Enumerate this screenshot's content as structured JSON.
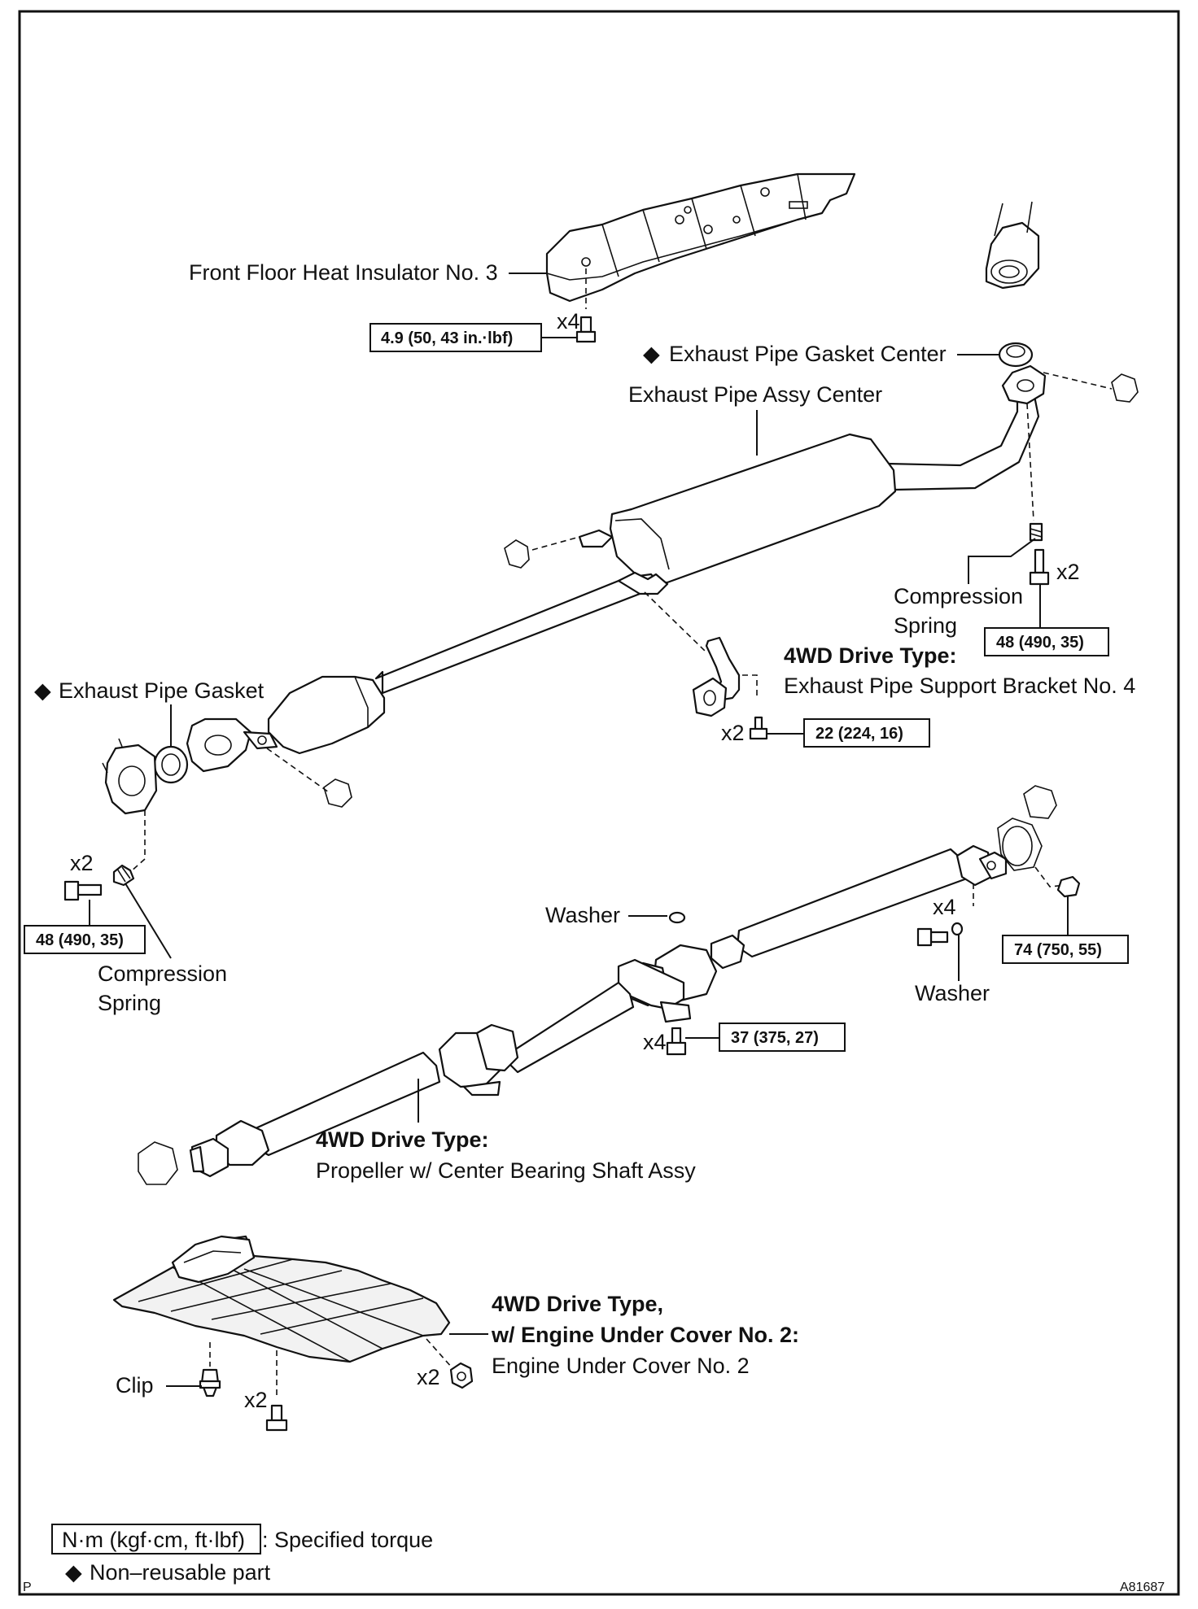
{
  "labels": {
    "front_floor_heat_insulator": "Front Floor Heat Insulator No. 3",
    "exhaust_pipe_gasket_center": "Exhaust Pipe Gasket Center",
    "exhaust_pipe_assy_center": "Exhaust Pipe Assy Center",
    "compression_spring_line1": "Compression",
    "compression_spring_line2": "Spring",
    "drive_type_4wd": "4WD Drive Type:",
    "support_bracket": "Exhaust Pipe Support Bracket No. 4",
    "exhaust_pipe_gasket": "Exhaust Pipe Gasket",
    "washer": "Washer",
    "propeller_shaft": "Propeller w/ Center Bearing Shaft Assy",
    "under_cover_cond_line1": "4WD Drive Type,",
    "under_cover_cond_line2": "w/ Engine Under Cover No. 2:",
    "engine_under_cover": "Engine Under Cover No. 2",
    "clip": "Clip"
  },
  "quantities": {
    "x4": "x4",
    "x2": "x2"
  },
  "torques": {
    "insulator_bolt": "4.9 (50, 43 in.·lbf)",
    "center_flange_bolt": "48 (490, 35)",
    "bracket_bolt": "22 (224, 16)",
    "front_flange_bolt": "48 (490, 35)",
    "center_bearing_bolt": "37 (375, 27)",
    "rear_flange_nut": "74 (750, 55)"
  },
  "legend": {
    "torque_unit": "N·m (kgf·cm, ft·lbf)",
    "torque_desc": ": Specified torque",
    "non_reusable": "Non–reusable part",
    "diamond": "◆"
  },
  "corner": {
    "left": "P",
    "right": "A81687"
  }
}
